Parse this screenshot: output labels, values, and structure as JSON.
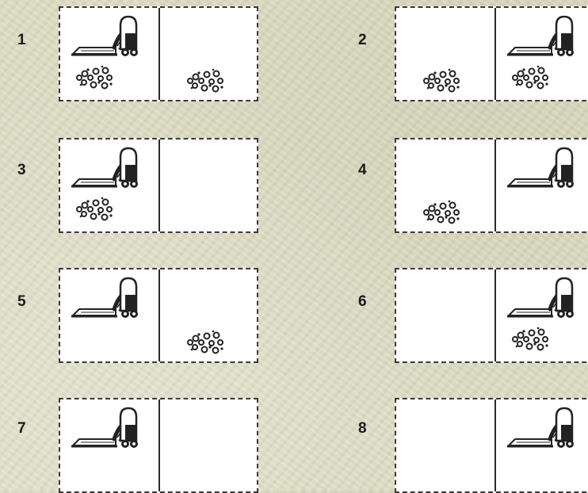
{
  "colors": {
    "background": "#dcdcc4",
    "square_fill": "#ffffff",
    "ink": "#222222"
  },
  "icons": {
    "agent": "vacuum-cleaner-icon",
    "dirt": "dirt-icon"
  },
  "states": [
    {
      "number": "1",
      "vacuum": "left",
      "dirt_left": true,
      "dirt_right": true
    },
    {
      "number": "2",
      "vacuum": "right",
      "dirt_left": true,
      "dirt_right": true
    },
    {
      "number": "3",
      "vacuum": "left",
      "dirt_left": true,
      "dirt_right": false
    },
    {
      "number": "4",
      "vacuum": "right",
      "dirt_left": true,
      "dirt_right": false
    },
    {
      "number": "5",
      "vacuum": "left",
      "dirt_left": false,
      "dirt_right": true
    },
    {
      "number": "6",
      "vacuum": "right",
      "dirt_left": false,
      "dirt_right": true
    },
    {
      "number": "7",
      "vacuum": "left",
      "dirt_left": false,
      "dirt_right": false
    },
    {
      "number": "8",
      "vacuum": "right",
      "dirt_left": false,
      "dirt_right": false
    }
  ]
}
